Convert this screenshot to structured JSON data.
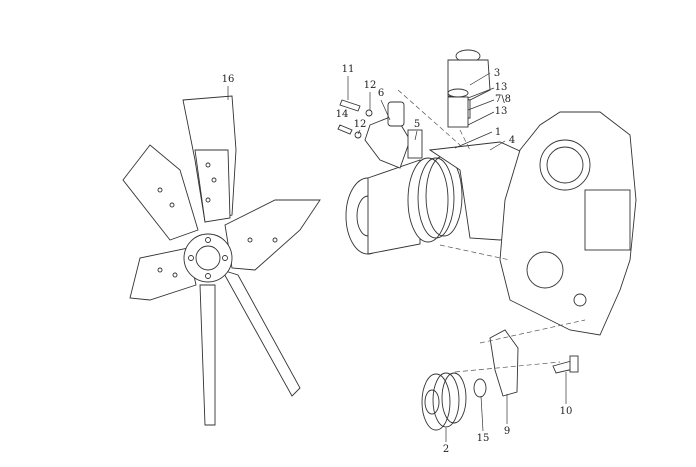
{
  "diagram": {
    "callouts": [
      {
        "label": "16",
        "part": "fan"
      },
      {
        "label": "11",
        "part": "bolt"
      },
      {
        "label": "12",
        "part": "washer"
      },
      {
        "label": "6",
        "part": "water-outlet-elbow"
      },
      {
        "label": "14",
        "part": "bolt"
      },
      {
        "label": "12",
        "part": "washer"
      },
      {
        "label": "5",
        "part": "gasket"
      },
      {
        "label": "3",
        "part": "hose-elbow"
      },
      {
        "label": "13",
        "part": "clamp"
      },
      {
        "label": "7\\8",
        "part": "hose"
      },
      {
        "label": "13",
        "part": "clamp"
      },
      {
        "label": "1",
        "part": "water-pump"
      },
      {
        "label": "4",
        "part": "gasket"
      },
      {
        "label": "2",
        "part": "pulley"
      },
      {
        "label": "15",
        "part": "spacer"
      },
      {
        "label": "9",
        "part": "bracket"
      },
      {
        "label": "10",
        "part": "bolt"
      }
    ]
  }
}
